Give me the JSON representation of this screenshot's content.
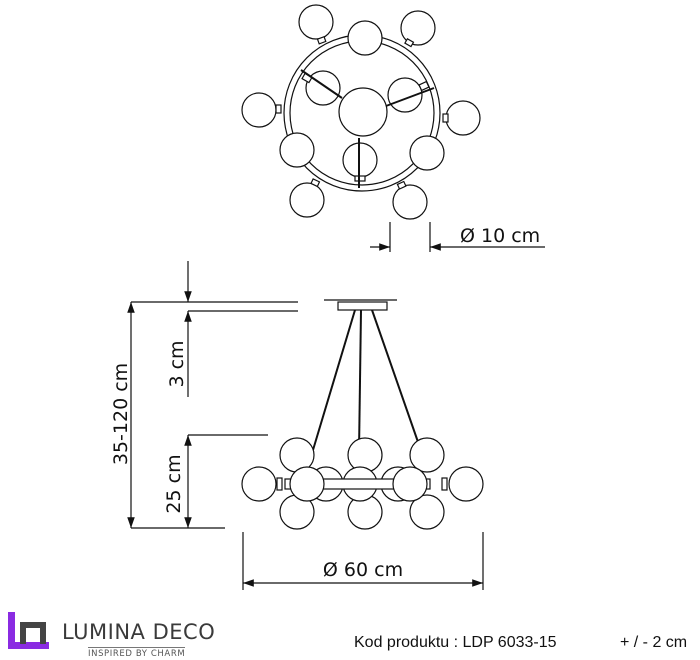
{
  "dimensions": {
    "shade_diameter": "Ø 10 cm",
    "total_height": "35-120 cm",
    "canopy_height": "3 cm",
    "body_height": "25 cm",
    "diameter": "Ø 60 cm"
  },
  "footer": {
    "brand_name": "LUMINA DECO",
    "tagline": "INSPIRED BY CHARM",
    "product_code": "Kod produktu : LDP 6033-15",
    "tolerance": "+ / - 2 cm"
  },
  "colors": {
    "logo_purple": "#8a2be2",
    "logo_gray": "#444444",
    "line": "#111111"
  }
}
